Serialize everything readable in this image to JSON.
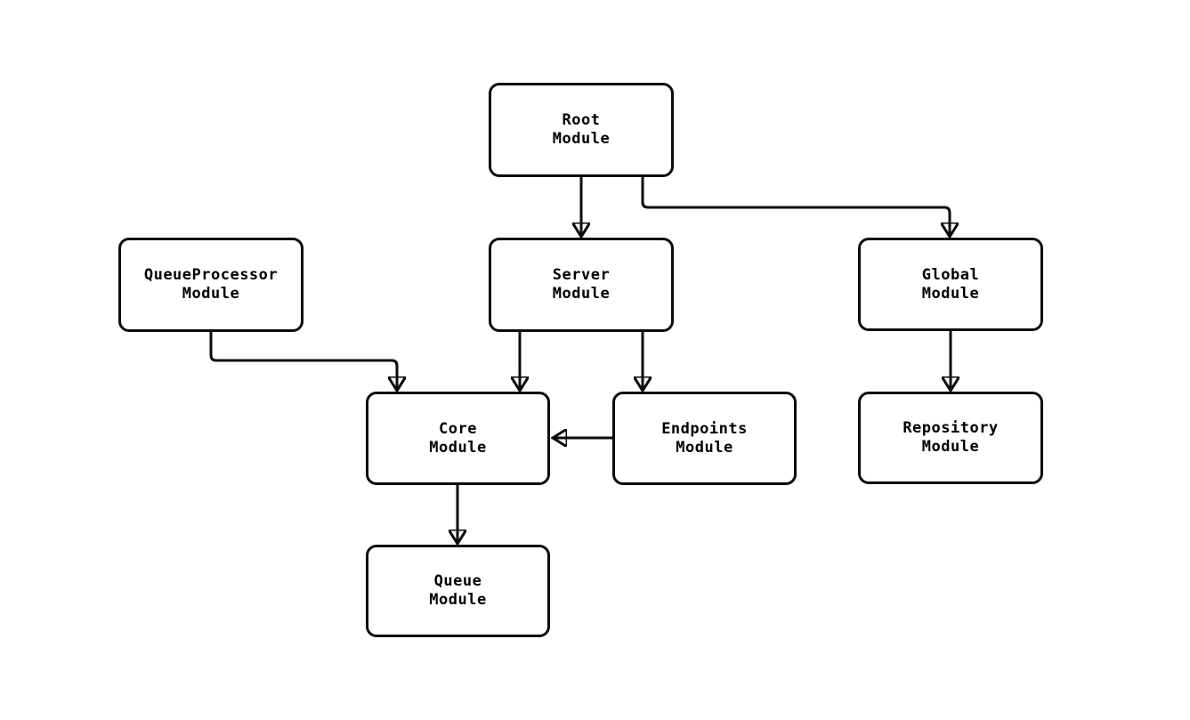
{
  "diagram": {
    "type": "module-dependency-diagram",
    "background_color": "#ffffff",
    "box_fill": "#ffffff",
    "box_border_color": "#000000",
    "line_color": "#000000",
    "text_color": "#000000",
    "nodes": {
      "root": {
        "label": "Root\nModule"
      },
      "queue_processor": {
        "label": "QueueProcessor\nModule"
      },
      "server": {
        "label": "Server\nModule"
      },
      "global": {
        "label": "Global\nModule"
      },
      "core": {
        "label": "Core\nModule"
      },
      "endpoints": {
        "label": "Endpoints\nModule"
      },
      "repository": {
        "label": "Repository\nModule"
      },
      "queue": {
        "label": "Queue\nModule"
      }
    },
    "edges": [
      {
        "from": "Root Module",
        "to": "Server Module"
      },
      {
        "from": "Root Module",
        "to": "Global Module"
      },
      {
        "from": "QueueProcessor Module",
        "to": "Core Module"
      },
      {
        "from": "Server Module",
        "to": "Core Module"
      },
      {
        "from": "Server Module",
        "to": "Endpoints Module"
      },
      {
        "from": "Endpoints Module",
        "to": "Core Module"
      },
      {
        "from": "Global Module",
        "to": "Repository Module"
      },
      {
        "from": "Core Module",
        "to": "Queue Module"
      }
    ]
  }
}
